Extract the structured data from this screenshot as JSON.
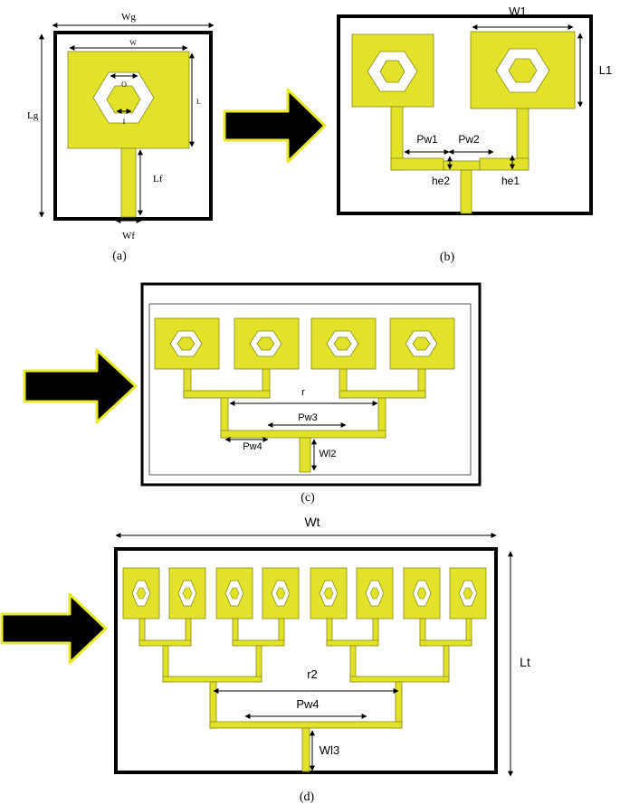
{
  "colors": {
    "patch": "#e2e22a",
    "edge": "#8a8a1a",
    "frame": "#000000",
    "arrow_fill": "#000000",
    "arrow_border": "#e9e92e"
  },
  "panel_a": {
    "label": "(a)",
    "dims": {
      "wg": "Wg",
      "lg": "Lg",
      "w": "W",
      "l": "L",
      "o": "O",
      "i": "I",
      "lf": "Lf",
      "wf": "Wf"
    }
  },
  "panel_b": {
    "label": "(b)",
    "dims": {
      "w1": "W1",
      "l1": "L1",
      "pw1": "Pw1",
      "pw2": "Pw2",
      "he2": "he2",
      "he1": "he1"
    }
  },
  "panel_c": {
    "label": "(c)",
    "dims": {
      "r": "r",
      "pw3": "Pw3",
      "pw4": "Pw4",
      "wl2": "Wl2"
    }
  },
  "panel_d": {
    "label": "(d)",
    "dims": {
      "wt": "Wt",
      "lt": "Lt",
      "r2": "r2",
      "pw4": "Pw4",
      "wl3": "Wl3"
    }
  }
}
